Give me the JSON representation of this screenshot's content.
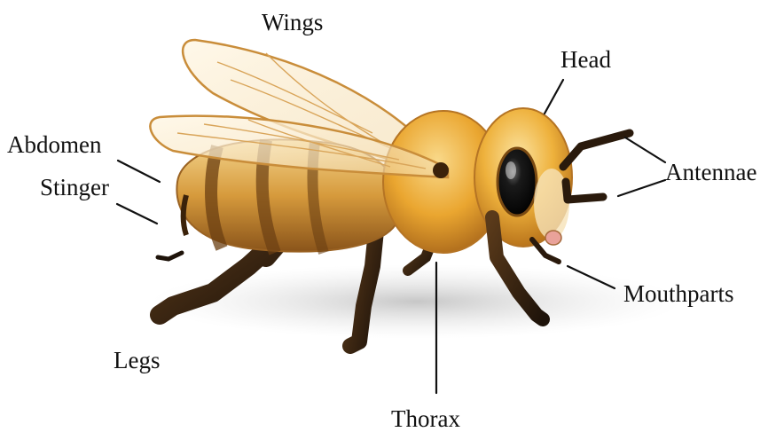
{
  "labels": {
    "wings": "Wings",
    "head": "Head",
    "abdomen": "Abdomen",
    "stinger": "Stinger",
    "antennae": "Antennae",
    "mouthparts": "Mouthparts",
    "legs": "Legs",
    "thorax": "Thorax"
  },
  "colors": {
    "body_gold": "#e9a62a",
    "body_light": "#f7d27a",
    "stripe_dark": "#6b3f12",
    "leg_dark": "#2a1a0c",
    "eye": "#111111",
    "shadow": "#cfcfcf",
    "line": "#111111"
  }
}
